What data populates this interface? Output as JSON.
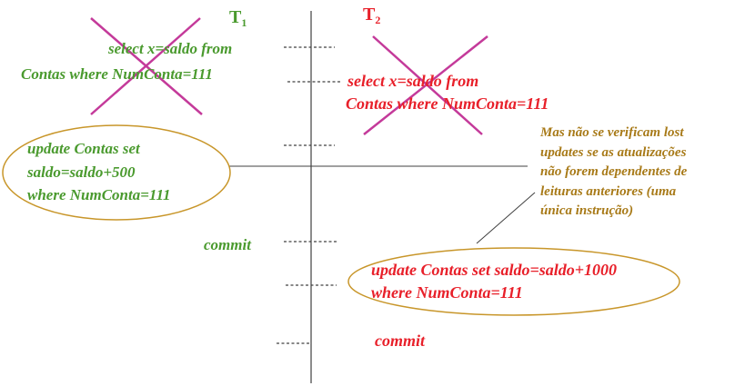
{
  "colors": {
    "t1": "#4a9a2e",
    "t2": "#e8202a",
    "note": "#a87a18",
    "cross": "#c43a9a",
    "ellipse": "#c8962a",
    "line": "#404040"
  },
  "t1": {
    "label": "T",
    "sub": "1",
    "read": [
      "select x=saldo from",
      "Contas where NumConta=111"
    ],
    "update": [
      "update Contas set",
      "saldo=saldo+500",
      "where NumConta=111"
    ],
    "commit": "commit"
  },
  "t2": {
    "label": "T",
    "sub": "2",
    "read": [
      "select x=saldo from",
      "Contas where NumConta=111"
    ],
    "update": [
      "update Contas set saldo=saldo+1000",
      "where NumConta=111"
    ],
    "commit": "commit"
  },
  "note": [
    "Mas não se verificam lost",
    "updates se as atualizações",
    "não forem dependentes de",
    "leituras anteriores (uma",
    "única instrução)"
  ]
}
